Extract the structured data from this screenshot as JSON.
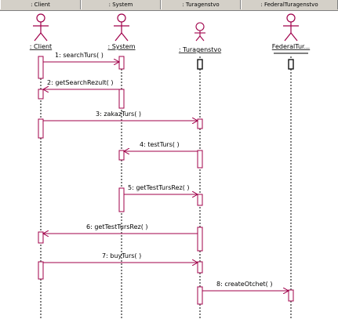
{
  "header_tabs": [
    ": Client",
    ": System",
    ": Turagenstvo",
    ": FederalTuragenstvo"
  ],
  "objects": [
    {
      "id": "client",
      "label": ": Client",
      "actor": true
    },
    {
      "id": "system",
      "label": ": System",
      "actor": true
    },
    {
      "id": "turagenstvo",
      "label": ": Turagenstvo",
      "actor": false
    },
    {
      "id": "federal",
      "label": "FederalTur...",
      "actor": true
    }
  ],
  "messages": [
    {
      "num": "1",
      "label": "1: searchTurs( )",
      "from": "client",
      "to": "system"
    },
    {
      "num": "2",
      "label": "2: getSearchRezult( )",
      "from": "system",
      "to": "client"
    },
    {
      "num": "3",
      "label": "3: zakazTurs( )",
      "from": "client",
      "to": "turagenstvo"
    },
    {
      "num": "4",
      "label": "4: testTurs( )",
      "from": "turagenstvo",
      "to": "system"
    },
    {
      "num": "5",
      "label": "5: getTestTursRez( )",
      "from": "system",
      "to": "turagenstvo"
    },
    {
      "num": "6",
      "label": "6: getTestTursRez( )",
      "from": "turagenstvo",
      "to": "client"
    },
    {
      "num": "7",
      "label": "7: buyTurs( )",
      "from": "client",
      "to": "turagenstvo"
    },
    {
      "num": "8",
      "label": "8: createOtchet( )",
      "from": "turagenstvo",
      "to": "federal"
    }
  ],
  "colors": {
    "message": "#a0004a",
    "actor": "#a0004a",
    "lifeline": "#000000",
    "activation_border": "#a0004a",
    "header_bg": "#d4d0c8"
  }
}
